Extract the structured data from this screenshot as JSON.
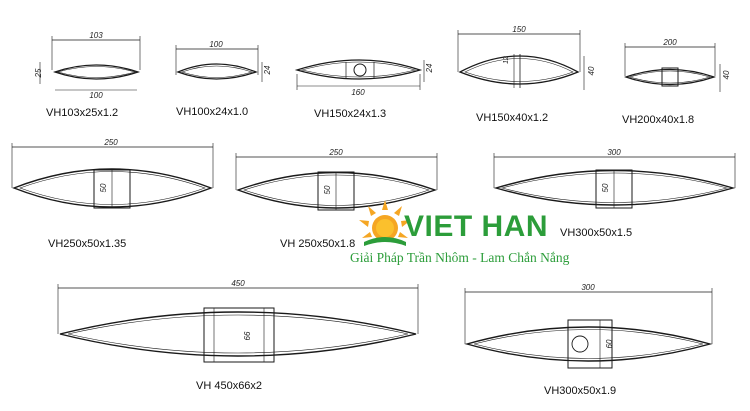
{
  "brand": {
    "name": "VIET HAN",
    "tagline": "Giải Pháp Trần Nhôm - Lam Chắn Nắng",
    "color_green": "#2c9d3a",
    "color_sun": "#f5a623"
  },
  "profiles": [
    {
      "label": "VH103x25x1.2",
      "width_top": "103",
      "width_bottom": "100",
      "height": "25"
    },
    {
      "label": "VH100x24x1.0",
      "width_top": "100",
      "height": "24"
    },
    {
      "label": "VH150x24x1.3",
      "width_bottom": "160",
      "height": "24"
    },
    {
      "label": "VH150x40x1.2",
      "width_top": "150",
      "height": "40",
      "inner_height": "12"
    },
    {
      "label": "VH200x40x1.8",
      "width_top": "200",
      "height": "40"
    },
    {
      "label": "VH250x50x1.35",
      "width_top": "250",
      "height": "50"
    },
    {
      "label": "VH 250x50x1.8",
      "width_top": "250",
      "height": "50"
    },
    {
      "label": "VH300x50x1.5",
      "width_top": "300",
      "height": "50"
    },
    {
      "label": "VH 450x66x2",
      "width_top": "450",
      "height": "66"
    },
    {
      "label": "VH300x50x1.9",
      "width_top": "300",
      "height": "60"
    }
  ]
}
